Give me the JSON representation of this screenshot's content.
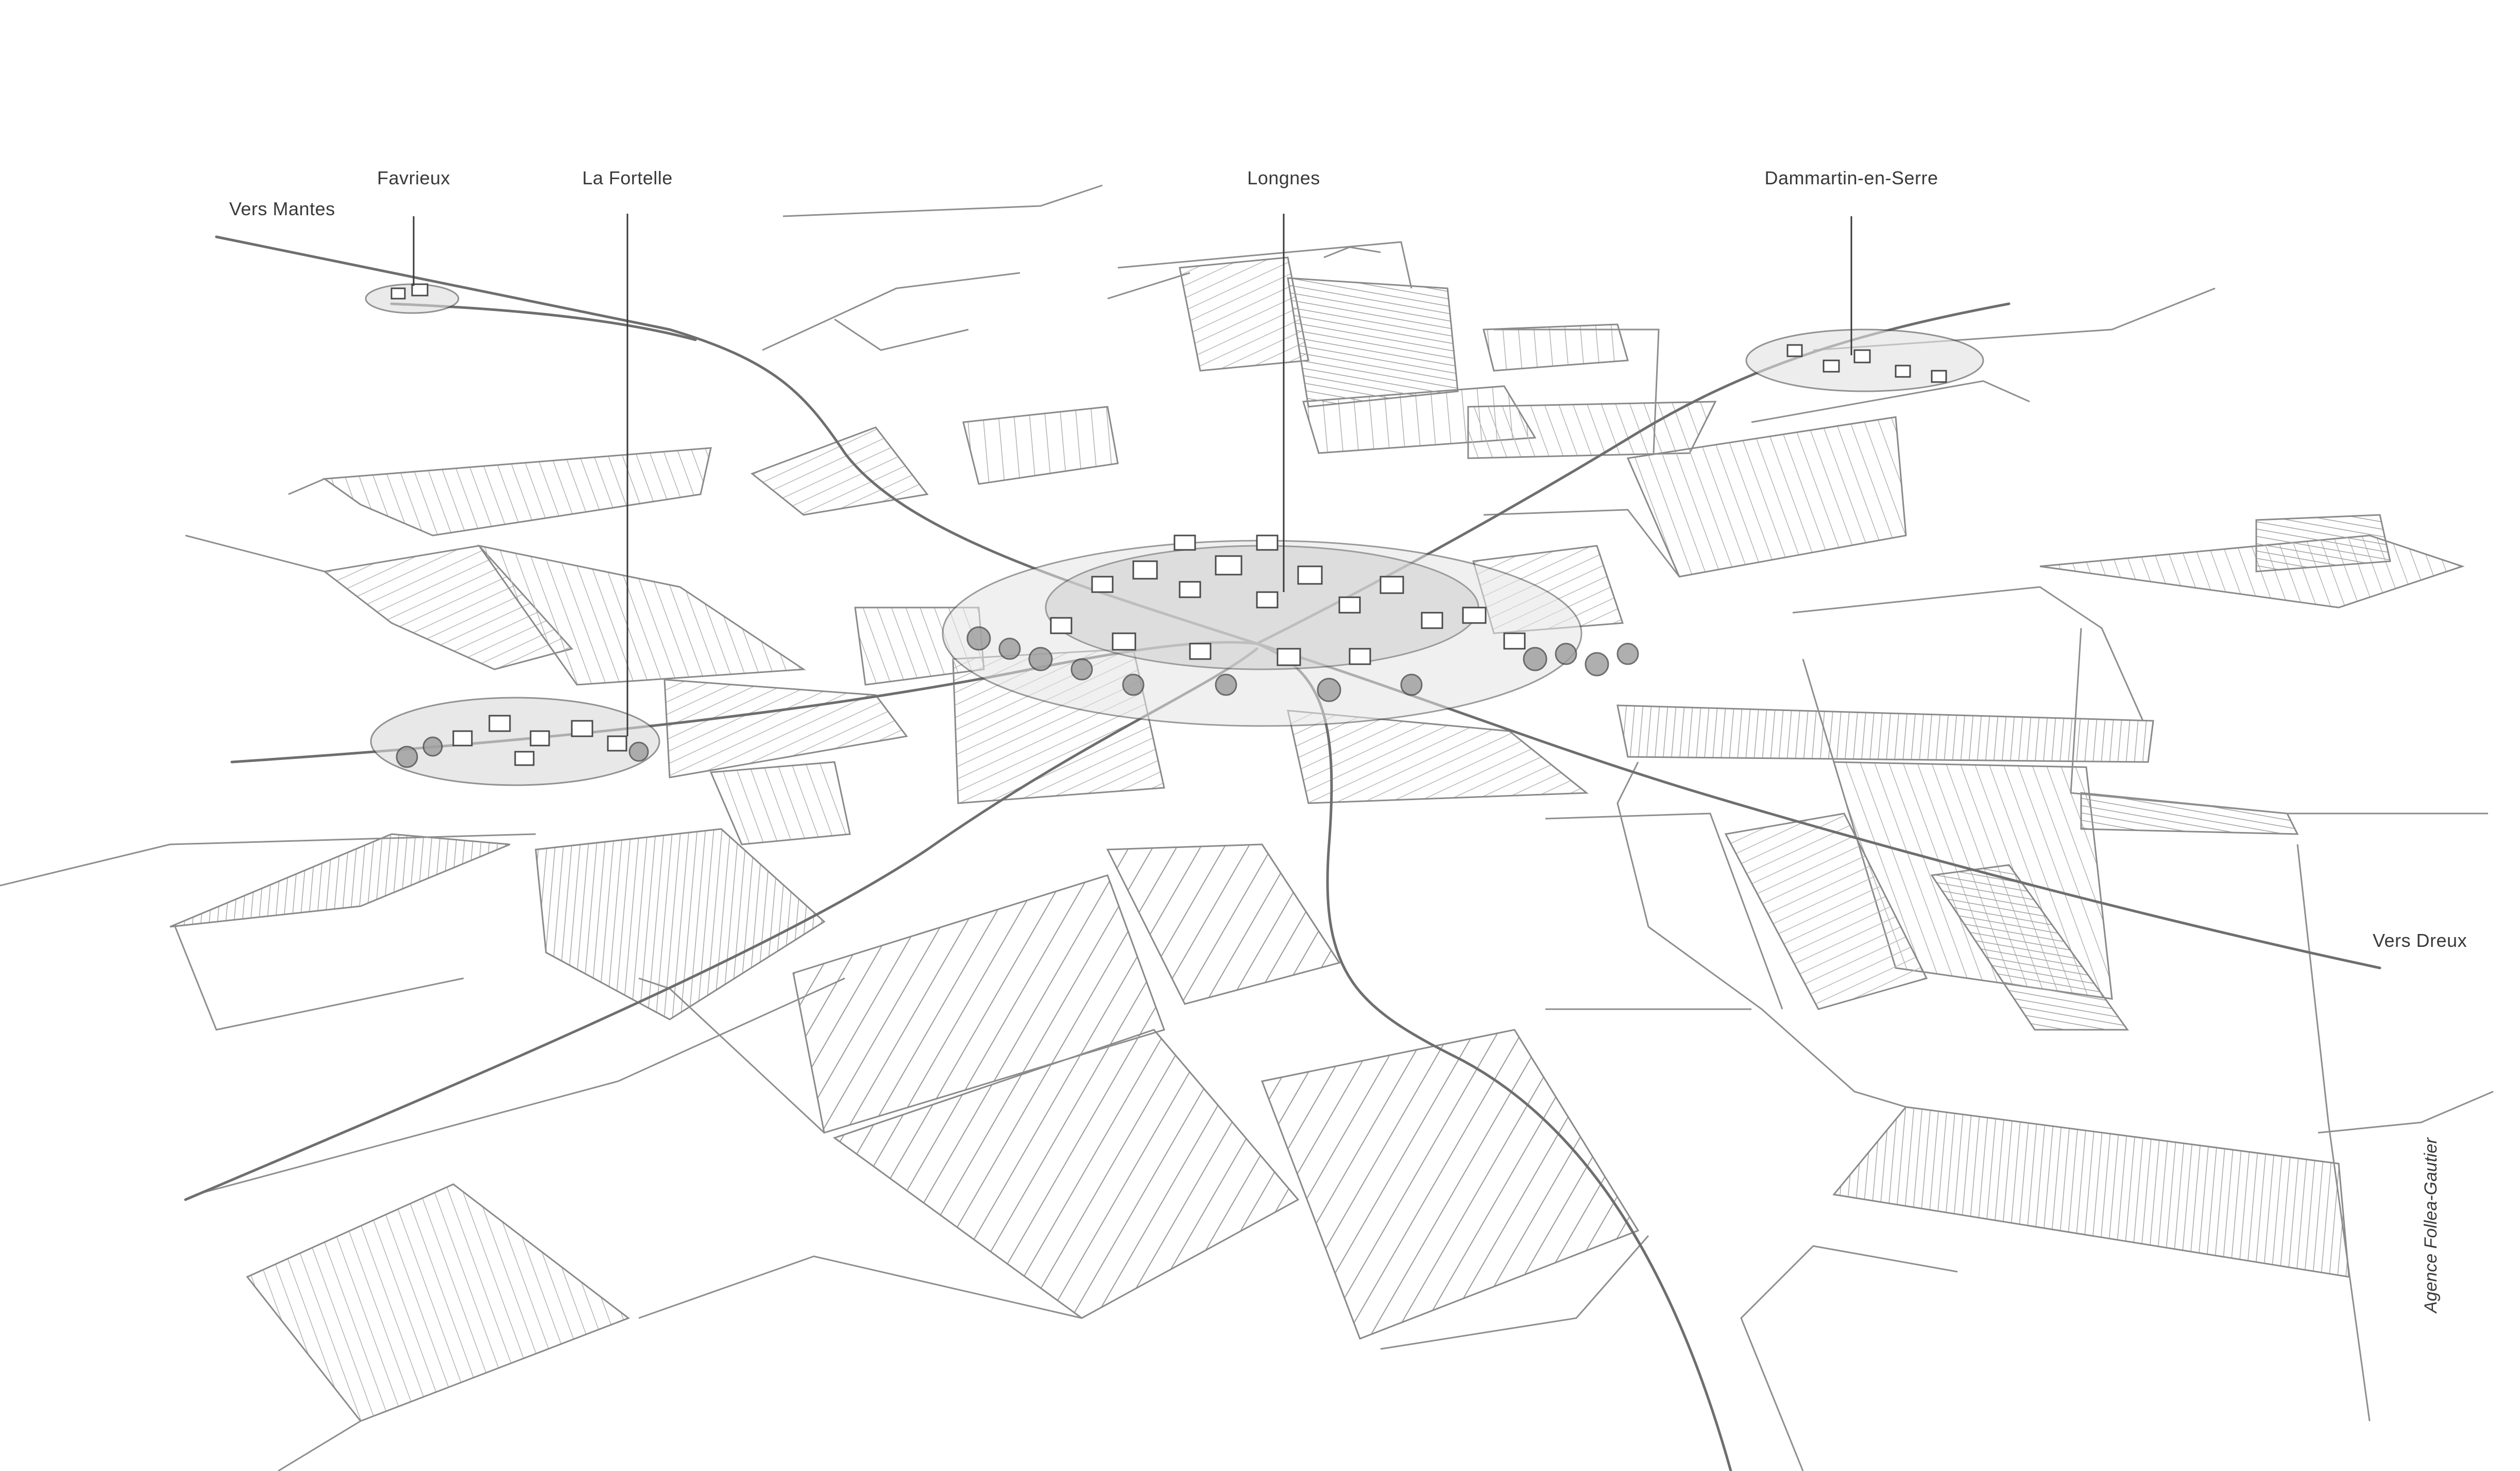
{
  "labels": {
    "favrieux": "Favrieux",
    "la_fortelle": "La Fortelle",
    "longnes": "Longnes",
    "dammartin": "Dammartin-en-Serre",
    "vers_mantes": "Vers Mantes",
    "vers_dreux": "Vers Dreux"
  },
  "credit": "Agence Follea-Gautier",
  "colors": {
    "ink": "#3a3a3a",
    "pencil": "#8a8a8a",
    "hatch": "#b5b5b5",
    "paper": "#ffffff"
  }
}
